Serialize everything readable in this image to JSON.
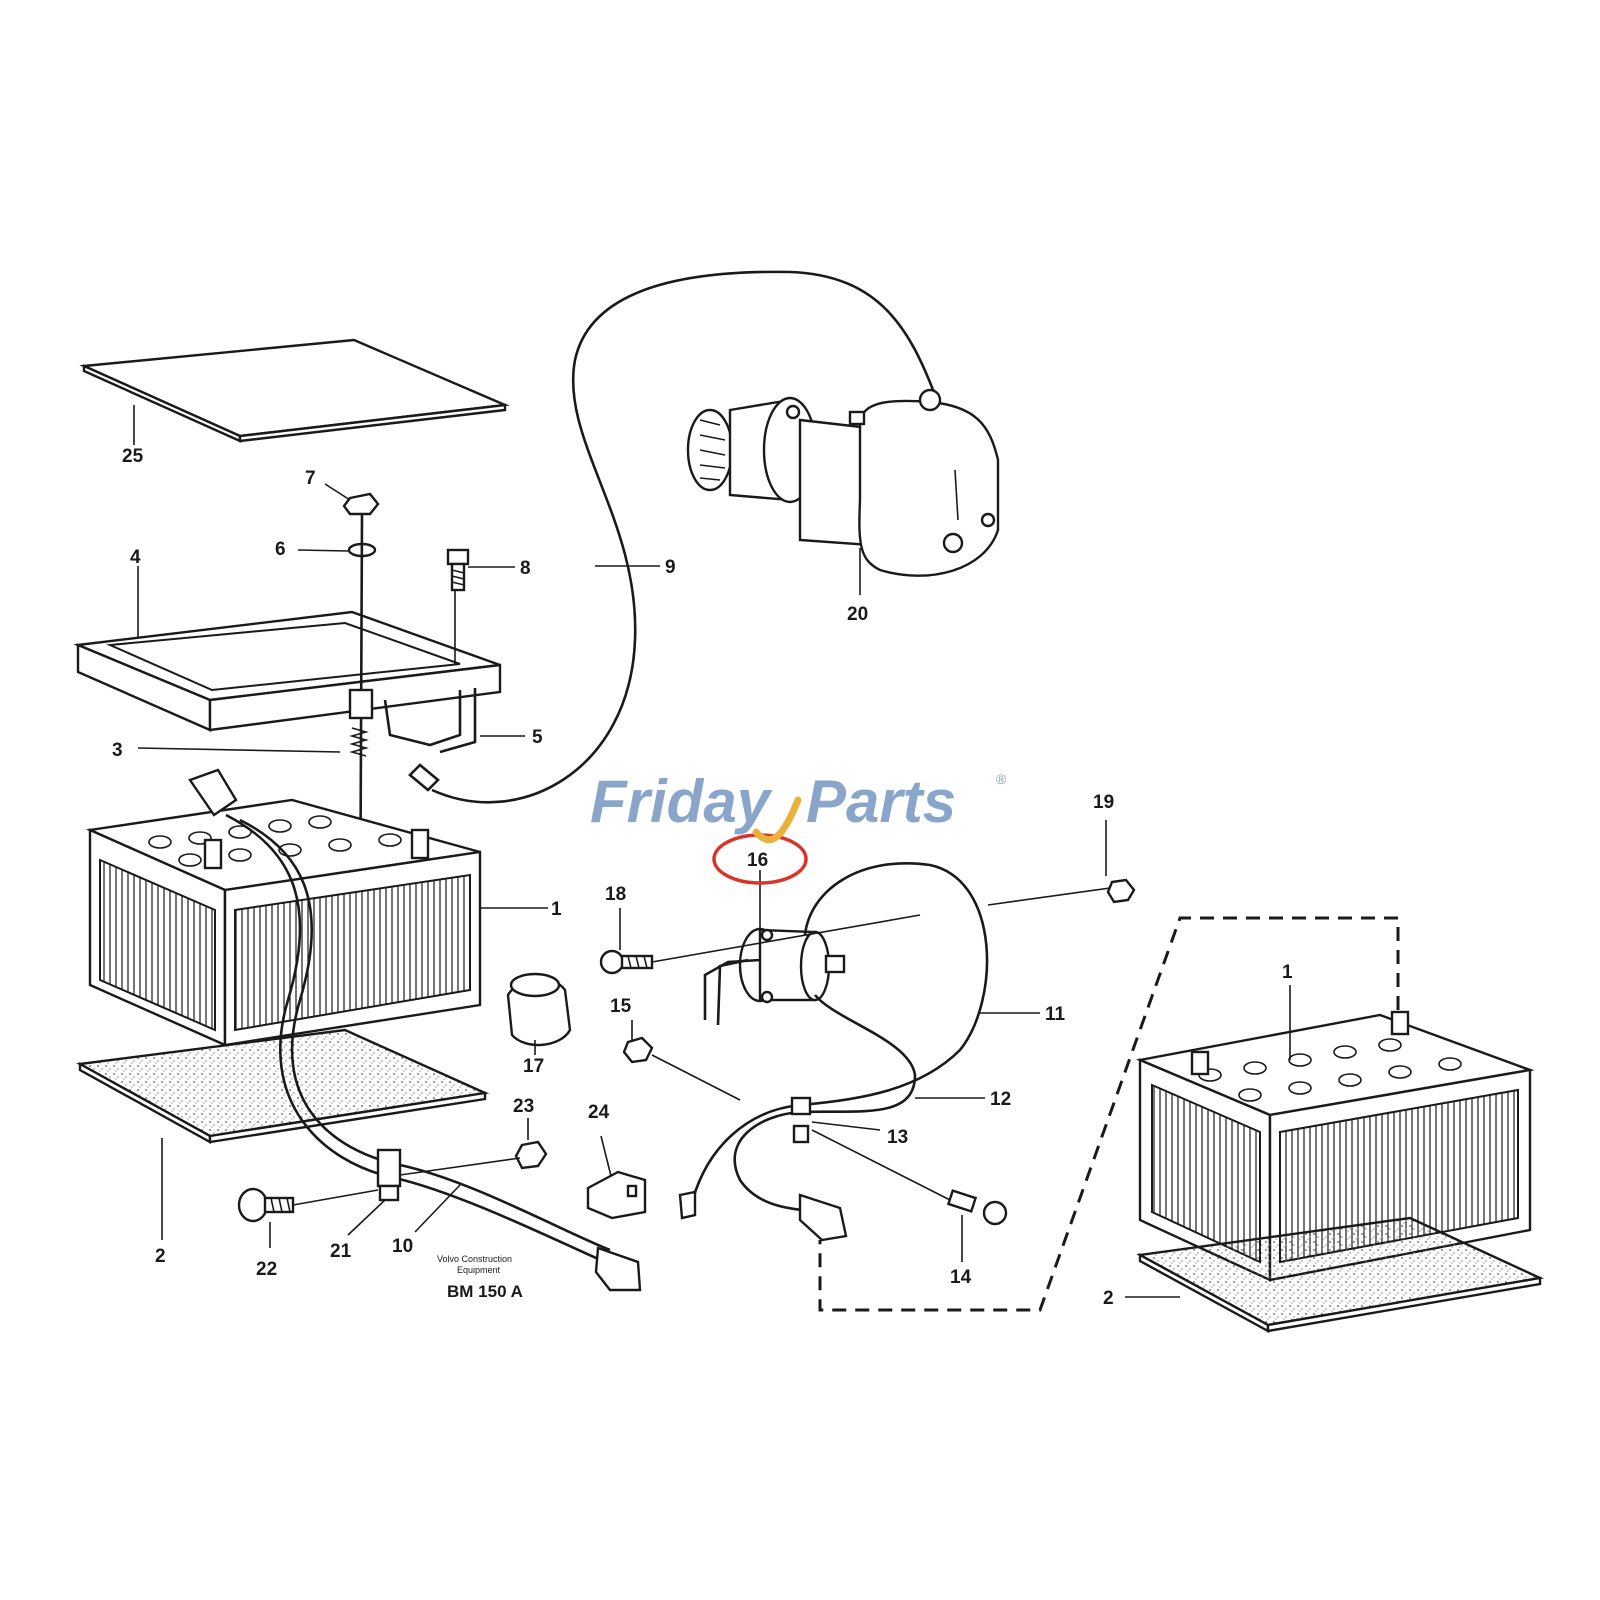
{
  "brand": {
    "logo_text_part1": "Friday",
    "logo_text_part2": "Parts",
    "registered_mark": "®",
    "color_blue": "#7f9fc6",
    "color_accent": "#e8b23c"
  },
  "highlight": {
    "label": "16",
    "ring_color": "#d8342a"
  },
  "callouts": [
    {
      "id": "1a",
      "label": "1"
    },
    {
      "id": "1b",
      "label": "1"
    },
    {
      "id": "2a",
      "label": "2"
    },
    {
      "id": "2b",
      "label": "2"
    },
    {
      "id": "3",
      "label": "3"
    },
    {
      "id": "4",
      "label": "4"
    },
    {
      "id": "5",
      "label": "5"
    },
    {
      "id": "6",
      "label": "6"
    },
    {
      "id": "7",
      "label": "7"
    },
    {
      "id": "8",
      "label": "8"
    },
    {
      "id": "9",
      "label": "9"
    },
    {
      "id": "10",
      "label": "10"
    },
    {
      "id": "11",
      "label": "11"
    },
    {
      "id": "12",
      "label": "12"
    },
    {
      "id": "13",
      "label": "13"
    },
    {
      "id": "14",
      "label": "14"
    },
    {
      "id": "15",
      "label": "15"
    },
    {
      "id": "17",
      "label": "17"
    },
    {
      "id": "18",
      "label": "18"
    },
    {
      "id": "19",
      "label": "19"
    },
    {
      "id": "20",
      "label": "20"
    },
    {
      "id": "21",
      "label": "21"
    },
    {
      "id": "22",
      "label": "22"
    },
    {
      "id": "23",
      "label": "23"
    },
    {
      "id": "24",
      "label": "24"
    },
    {
      "id": "25",
      "label": "25"
    }
  ],
  "caption": {
    "line1": "Volvo Construction",
    "line2": "Equipment",
    "code": "BM 150 A"
  }
}
